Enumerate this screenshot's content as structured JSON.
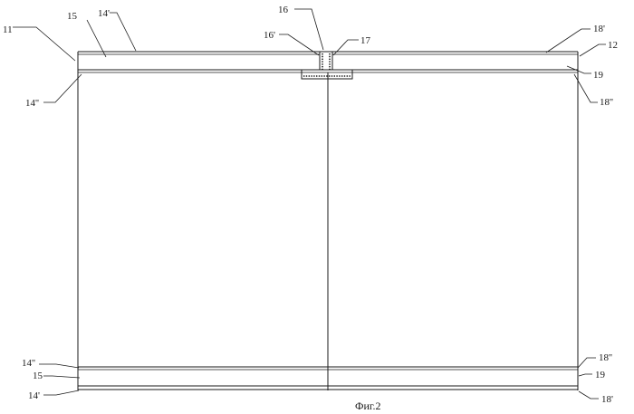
{
  "caption": "Фиг.2",
  "labels": {
    "l11": "11",
    "l12": "12",
    "l14p_top_left": "14'",
    "l14pp_top_left": "14''",
    "l15_top": "15",
    "l16": "16",
    "l16p": "16'",
    "l17": "17",
    "l18p_top_right": "18'",
    "l19_top": "19",
    "l18pp_top_right": "18''",
    "l14pp_bot_left": "14''",
    "l15_bot": "15",
    "l14p_bot_left": "14'",
    "l18pp_bot_right": "18''",
    "l19_bot": "19",
    "l18p_bot_right": "18'"
  }
}
